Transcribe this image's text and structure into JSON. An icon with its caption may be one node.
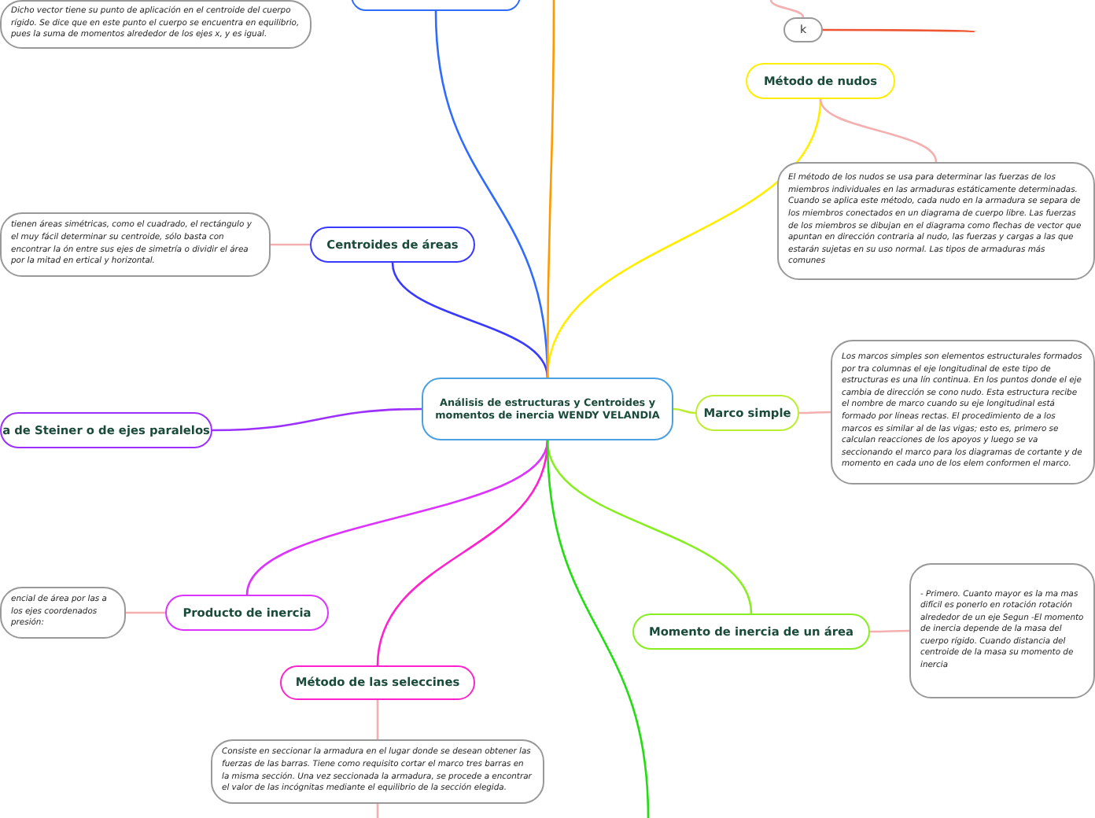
{
  "diagram": {
    "nodes": [
      {
        "text": [
          "Análisis de estructuras y Centroides y momentos de inercia  WENDY VELANDIA"
        ]
      },
      {
        "text": [],
        "shape": "box"
      },
      {
        "text": [
          "Dicho vector tiene su punto de aplicación en el centroide del cuerpo rígido. Se dice que en este punto el cuerpo se encuentra en equilibrio, pues la suma de momentos alrededor de los ejes x, y es igual."
        ]
      },
      {
        "text": [
          "Centroides de áreas"
        ]
      },
      {
        "text": [
          "tienen áreas simétricas, como el cuadrado, el rectángulo y el muy fácil determinar su centroide, sólo basta con encontrar la ón entre sus ejes de simetría o dividir el área por la mitad en ertical y horizontal."
        ]
      },
      {
        "text": [
          "a de Steiner o de ejes paralelos"
        ]
      },
      {
        "text": [
          "Producto de inercia"
        ]
      },
      {
        "text": [
          "encial de área por las a los ejes coordenados presión:"
        ]
      },
      {
        "text": [
          "Método de las seleccines"
        ]
      },
      {
        "text": [
          "Consiste en seccionar la armadura en el lugar donde se desean obtener las fuerzas de las barras. Tiene como requisito cortar el marco tres barras en la misma sección. Una vez seccionada la armadura, se procede a encontrar el valor de las incógnitas mediante el equilibrio de la sección elegida."
        ]
      },
      {
        "text": [
          "Método de nudos"
        ]
      },
      {
        "text": [
          "El método de los nudos se usa para determinar las fuerzas de los miembros individuales en las armaduras estáticamente determinadas. Cuando se aplica este método, cada nudo en la armadura se separa de los miembros conectados en un diagrama de cuerpo libre. Las fuerzas de los miembros se dibujan en el diagrama como flechas de vector que apuntan en dirección contraria al nudo, las fuerzas y cargas a las que estarán sujetas en su uso normal. Las tipos de armaduras más comunes"
        ]
      },
      {
        "text": [
          "Marco simple"
        ]
      },
      {
        "text": [
          "Los marcos simples son elementos estructurales formados por tra columnas el eje longitudinal de este tipo de estructuras es una lín continua. En los puntos donde el eje cambia de dirección se cono nudo. Esta estructura recibe el nombre de marco cuando su eje longitudinal está formado por líneas rectas. El procedimiento de a los marcos es similar al de las vigas; esto es, primero se calculan reacciones de los apoyos y luego se va seccionando el marco para los diagramas de cortante y de momento en cada uno de los elem conformen el marco."
        ]
      },
      {
        "text": [
          "Momento de inercia de un área"
        ]
      },
      {
        "text": [
          "- Primero. Cuanto mayor es la ma mas difícil es ponerlo en rotación rotación alrededor de un eje Segun -El momento de inercia depende de la masa del cuerpo rígido. Cuando distancia del centroide de la masa su momento de inercia"
        ]
      },
      {
        "text": [
          "k"
        ]
      }
    ],
    "edges": [
      {
        "from": 0,
        "to": 1,
        "arrow": "none",
        "color": "#2f6bff"
      },
      {
        "from": 0,
        "to": 3,
        "arrow": "none",
        "color": "#3a3aff"
      },
      {
        "from": 0,
        "to": 5,
        "arrow": "none",
        "color": "#9b30ff"
      },
      {
        "from": 0,
        "to": 6,
        "arrow": "none",
        "color": "#dd33ff"
      },
      {
        "from": 0,
        "to": 8,
        "arrow": "none",
        "color": "#ff22cc"
      },
      {
        "from": 0,
        "to": 10,
        "arrow": "none",
        "color": "#ffee00"
      },
      {
        "from": 0,
        "to": 12,
        "arrow": "none",
        "color": "#bbee33"
      },
      {
        "from": 0,
        "to": 14,
        "arrow": "none",
        "color": "#88ee22"
      },
      {
        "from": 0,
        "to": null,
        "arrow": "none",
        "color": "#ff9900"
      },
      {
        "from": 0,
        "to": null,
        "arrow": "none",
        "color": "#22dd11"
      },
      {
        "from": 3,
        "to": 4,
        "arrow": "none"
      },
      {
        "from": 6,
        "to": 7,
        "arrow": "none"
      },
      {
        "from": 8,
        "to": 9,
        "arrow": "none"
      },
      {
        "from": 10,
        "to": 11,
        "arrow": "none"
      },
      {
        "from": 12,
        "to": 13,
        "arrow": "none"
      },
      {
        "from": 14,
        "to": 15,
        "arrow": "none"
      },
      {
        "from": 9,
        "to": null,
        "arrow": "none"
      },
      {
        "from": 16,
        "to": null,
        "arrow": "none",
        "color": "#ee5533"
      },
      {
        "from": 16,
        "to": null,
        "arrow": "none"
      }
    ]
  }
}
